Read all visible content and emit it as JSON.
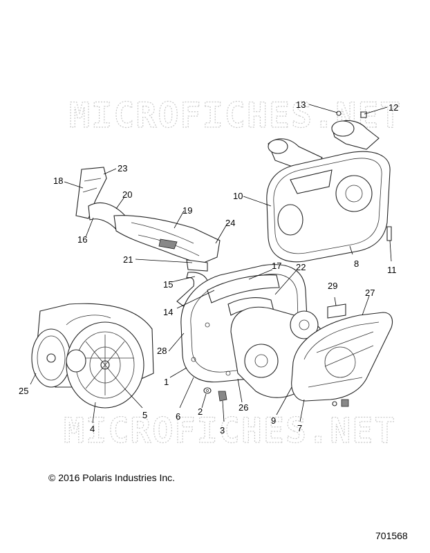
{
  "watermark": {
    "top": "MICROFICHES.NET",
    "bottom": "MICROFICHES.NET"
  },
  "callouts": {
    "c1": "1",
    "c2": "2",
    "c3": "3",
    "c4": "4",
    "c5": "5",
    "c6": "6",
    "c7": "7",
    "c8": "8",
    "c9": "9",
    "c10": "10",
    "c11": "11",
    "c12": "12",
    "c13": "13",
    "c14": "14",
    "c15": "15",
    "c16": "16",
    "c17": "17",
    "c18": "18",
    "c19": "19",
    "c20": "20",
    "c21": "21",
    "c22": "22",
    "c23": "23",
    "c24": "24",
    "c25": "25",
    "c26": "26",
    "c27": "27",
    "c28": "28",
    "c29": "29"
  },
  "footer": {
    "copyright": "© 2016 Polaris Industries Inc.",
    "diagram_number": "701568"
  }
}
